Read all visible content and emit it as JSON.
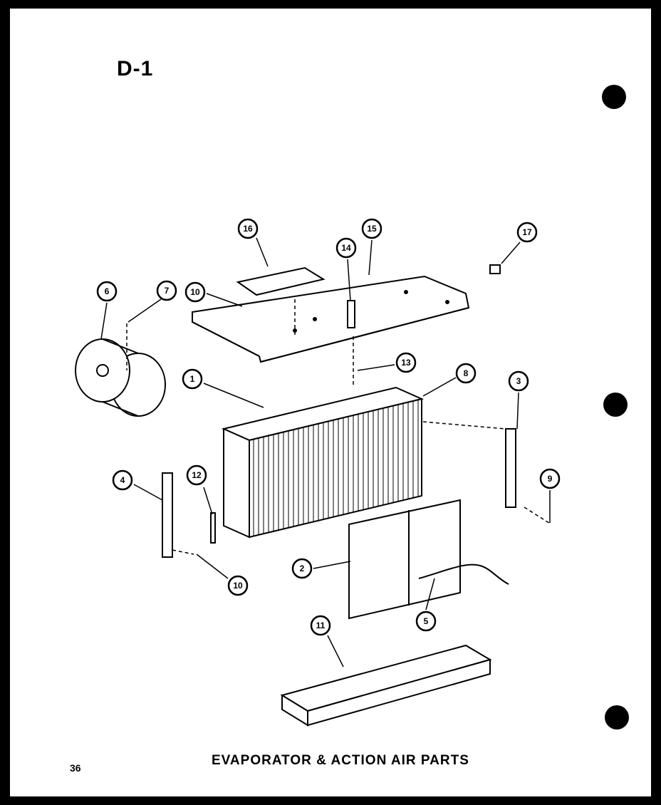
{
  "page": {
    "section": "D-1",
    "page_number": "36",
    "caption": "EVAPORATOR & ACTION AIR PARTS"
  },
  "callouts": [
    {
      "id": "1",
      "name": "part-callout-1"
    },
    {
      "id": "2",
      "name": "part-callout-2"
    },
    {
      "id": "3",
      "name": "part-callout-3"
    },
    {
      "id": "4",
      "name": "part-callout-4"
    },
    {
      "id": "5",
      "name": "part-callout-5"
    },
    {
      "id": "6",
      "name": "part-callout-6"
    },
    {
      "id": "7",
      "name": "part-callout-7"
    },
    {
      "id": "8",
      "name": "part-callout-8"
    },
    {
      "id": "9",
      "name": "part-callout-9"
    },
    {
      "id": "10",
      "name": "part-callout-10-top"
    },
    {
      "id": "10",
      "name": "part-callout-10-bottom"
    },
    {
      "id": "11",
      "name": "part-callout-11"
    },
    {
      "id": "12",
      "name": "part-callout-12"
    },
    {
      "id": "13",
      "name": "part-callout-13"
    },
    {
      "id": "14",
      "name": "part-callout-14"
    },
    {
      "id": "15",
      "name": "part-callout-15"
    },
    {
      "id": "16",
      "name": "part-callout-16"
    },
    {
      "id": "17",
      "name": "part-callout-17"
    }
  ],
  "colors": {
    "ink": "#000000",
    "paper": "#ffffff",
    "border": "#000000"
  }
}
